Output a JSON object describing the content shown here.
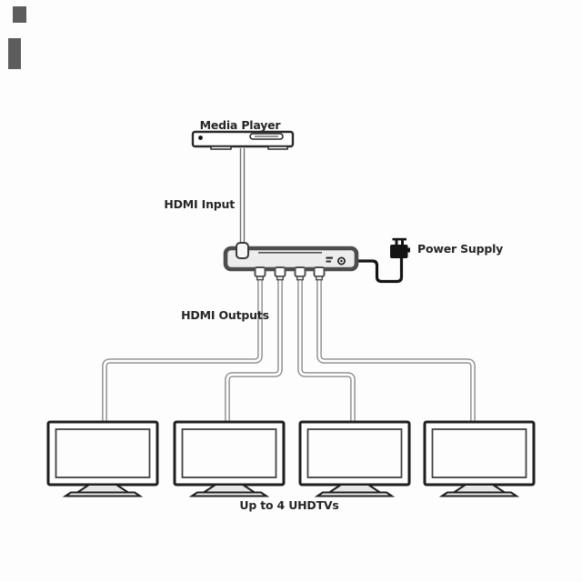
{
  "diagram": {
    "type": "hdmi-splitter-connection-diagram",
    "labels": {
      "media_player": "Media Player",
      "hdmi_input": "HDMI Input",
      "hdmi_outputs": "HDMI Outputs",
      "power_supply": "Power Supply",
      "tv_caption": "Up to 4 UHDTVs"
    },
    "counts": {
      "splitter_output_ports": 4,
      "tvs": 4
    },
    "colors": {
      "background": "#fdfdfd",
      "outline_dark": "#1f1f1f",
      "device_border": "#4d4d4d",
      "cable_gray": "#8a8a8a",
      "input_cable_gray": "#6f6f6f",
      "power_cord_black": "#141414",
      "text": "#262626"
    }
  }
}
